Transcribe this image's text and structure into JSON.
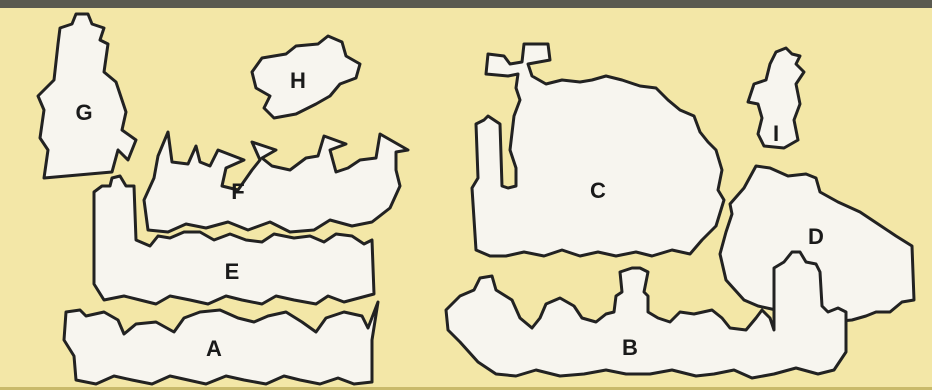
{
  "sheet": {
    "background_color": "#f3e7a7",
    "piece_fill": "#f7f5ef",
    "outline_color": "#222222"
  },
  "pieces": {
    "a": {
      "label": "A"
    },
    "b": {
      "label": "B"
    },
    "c": {
      "label": "C"
    },
    "d": {
      "label": "D"
    },
    "e": {
      "label": "E"
    },
    "f": {
      "label": "F"
    },
    "g": {
      "label": "G"
    },
    "h": {
      "label": "H"
    },
    "i": {
      "label": "I"
    }
  }
}
